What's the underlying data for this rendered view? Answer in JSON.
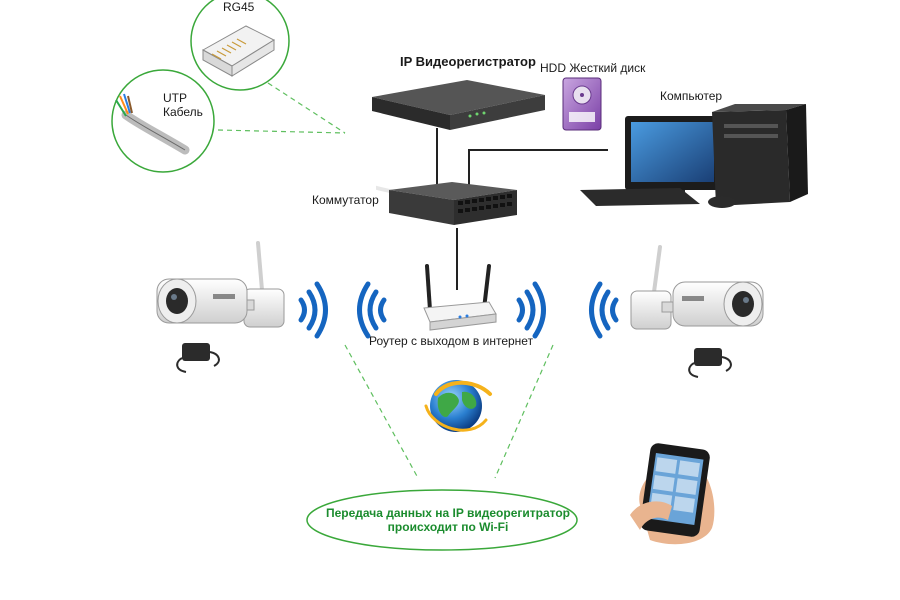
{
  "labels": {
    "nvr": "IP Видеорегистратор",
    "hdd": "HDD Жесткий диск",
    "computer": "Компьютер",
    "switch": "Коммутатор",
    "router": "Роутер с выходом в интернет",
    "rj45": "RG45",
    "utp_line1": "UTP",
    "utp_line2": "Кабель",
    "note_line1": "Передача данных на IP видеорегитратор",
    "note_line2": "происходит по Wi-Fi"
  },
  "colors": {
    "wifi": "#1565c0",
    "dashed": "#5fbf5f",
    "callout_border": "#3aa83a",
    "note_text": "#1b8c2e",
    "cable": "#222222"
  },
  "icons": [
    "rj45-connector-icon",
    "utp-cable-icon",
    "nvr-icon",
    "hdd-icon",
    "computer-icon",
    "switch-icon",
    "router-icon",
    "globe-icon",
    "camera-icon",
    "power-adapter-icon",
    "smartphone-icon",
    "wifi-icon"
  ]
}
